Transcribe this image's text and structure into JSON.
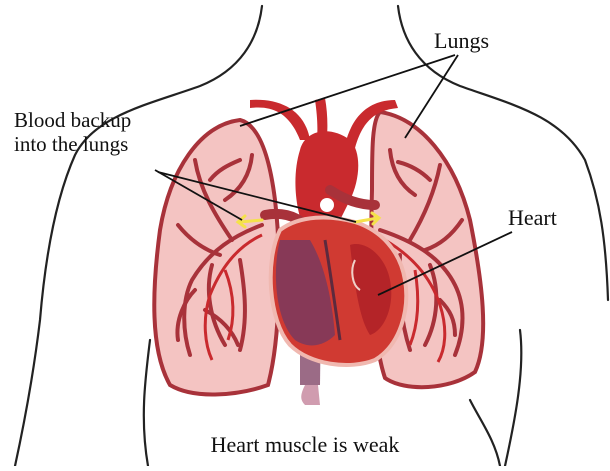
{
  "labels": {
    "lungs": "Lungs",
    "blood_backup_line1": "Blood backup",
    "blood_backup_line2": "into the lungs",
    "heart": "Heart"
  },
  "caption": "Heart muscle is weak",
  "colors": {
    "lung_fill": "#f4c4c2",
    "lung_outline": "#a8323a",
    "vessel_red": "#c92a2e",
    "vein_purple": "#7a3a5e",
    "heart_red": "#d03a32",
    "backup_yellow": "#f5e24a",
    "body_outline": "#222222"
  }
}
